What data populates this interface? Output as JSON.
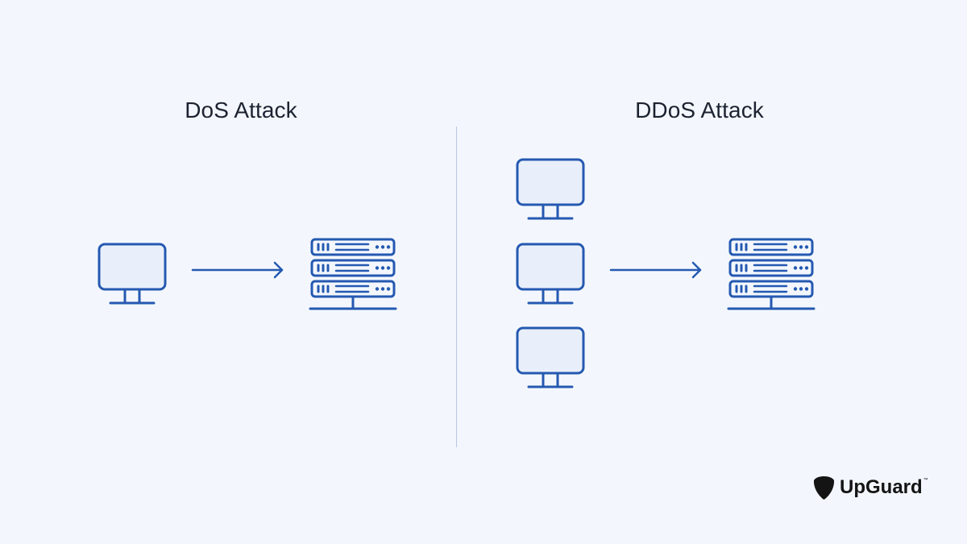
{
  "dos": {
    "title": "DoS Attack"
  },
  "ddos": {
    "title": "DDoS Attack"
  },
  "brand": {
    "name": "UpGuard",
    "trademark": "™"
  },
  "colors": {
    "background": "#f3f7fd",
    "stroke": "#2559b1",
    "monitor_fill": "#e9effa",
    "divider": "#b9c8de",
    "title_text": "#1c2230"
  },
  "icons": {
    "computer": "monitor-icon",
    "server": "server-rack-icon",
    "arrow": "arrow-right-icon",
    "logo": "upguard-shield-logo-icon"
  }
}
